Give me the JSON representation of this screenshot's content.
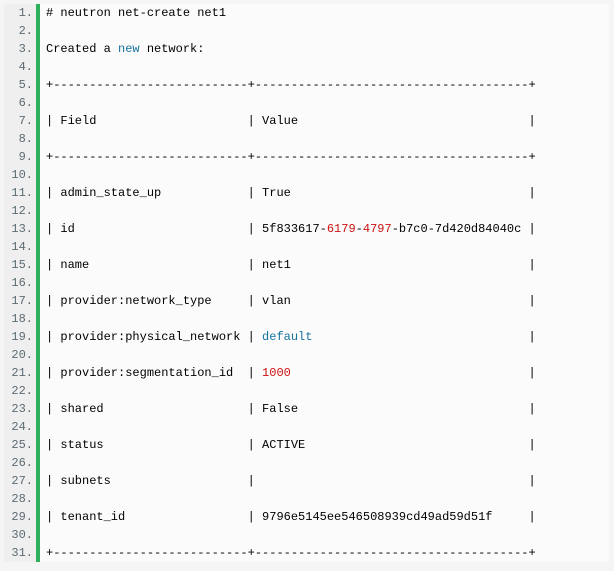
{
  "console": {
    "command_line": "# neutron net-create net1",
    "message": {
      "before": "Created a ",
      "keyword": "new",
      "after": " network:"
    },
    "table": {
      "headers": [
        "Field",
        "Value"
      ],
      "col_inner_widths": [
        27,
        38
      ],
      "rows": [
        {
          "field": "admin_state_up",
          "value_segments": [
            {
              "t": "True",
              "c": "p"
            }
          ]
        },
        {
          "field": "id",
          "value_segments": [
            {
              "t": "5f833617-",
              "c": "p"
            },
            {
              "t": "6179",
              "c": "n"
            },
            {
              "t": "-",
              "c": "p"
            },
            {
              "t": "4797",
              "c": "n"
            },
            {
              "t": "-b7c0-7d420d84040c",
              "c": "p"
            }
          ]
        },
        {
          "field": "name",
          "value_segments": [
            {
              "t": "net1",
              "c": "p"
            }
          ]
        },
        {
          "field": "provider:network_type",
          "value_segments": [
            {
              "t": "vlan",
              "c": "p"
            }
          ]
        },
        {
          "field": "provider:physical_network",
          "value_segments": [
            {
              "t": "default",
              "c": "k"
            }
          ]
        },
        {
          "field": "provider:segmentation_id",
          "value_segments": [
            {
              "t": "1000",
              "c": "n"
            }
          ]
        },
        {
          "field": "shared",
          "value_segments": [
            {
              "t": "False",
              "c": "p"
            }
          ]
        },
        {
          "field": "status",
          "value_segments": [
            {
              "t": "ACTIVE",
              "c": "p"
            }
          ]
        },
        {
          "field": "subnets",
          "value_segments": []
        },
        {
          "field": "tenant_id",
          "value_segments": [
            {
              "t": "9796e5145ee546508939cd49ad59d51f",
              "c": "p"
            }
          ]
        }
      ]
    },
    "line_numbers": {
      "start": 1,
      "end": 31,
      "suffix": "."
    },
    "blank_line_between_each": true,
    "colors": {
      "keyword_blue": "#15729e",
      "number_red": "#cc1111",
      "text": "#000000",
      "line_number_gray": "#5c6b73",
      "accent_green": "#2eb05c",
      "gutter_bg": "#efefef",
      "code_bg": "#fbfbfb",
      "page_bg": "#f5f5f5"
    }
  }
}
